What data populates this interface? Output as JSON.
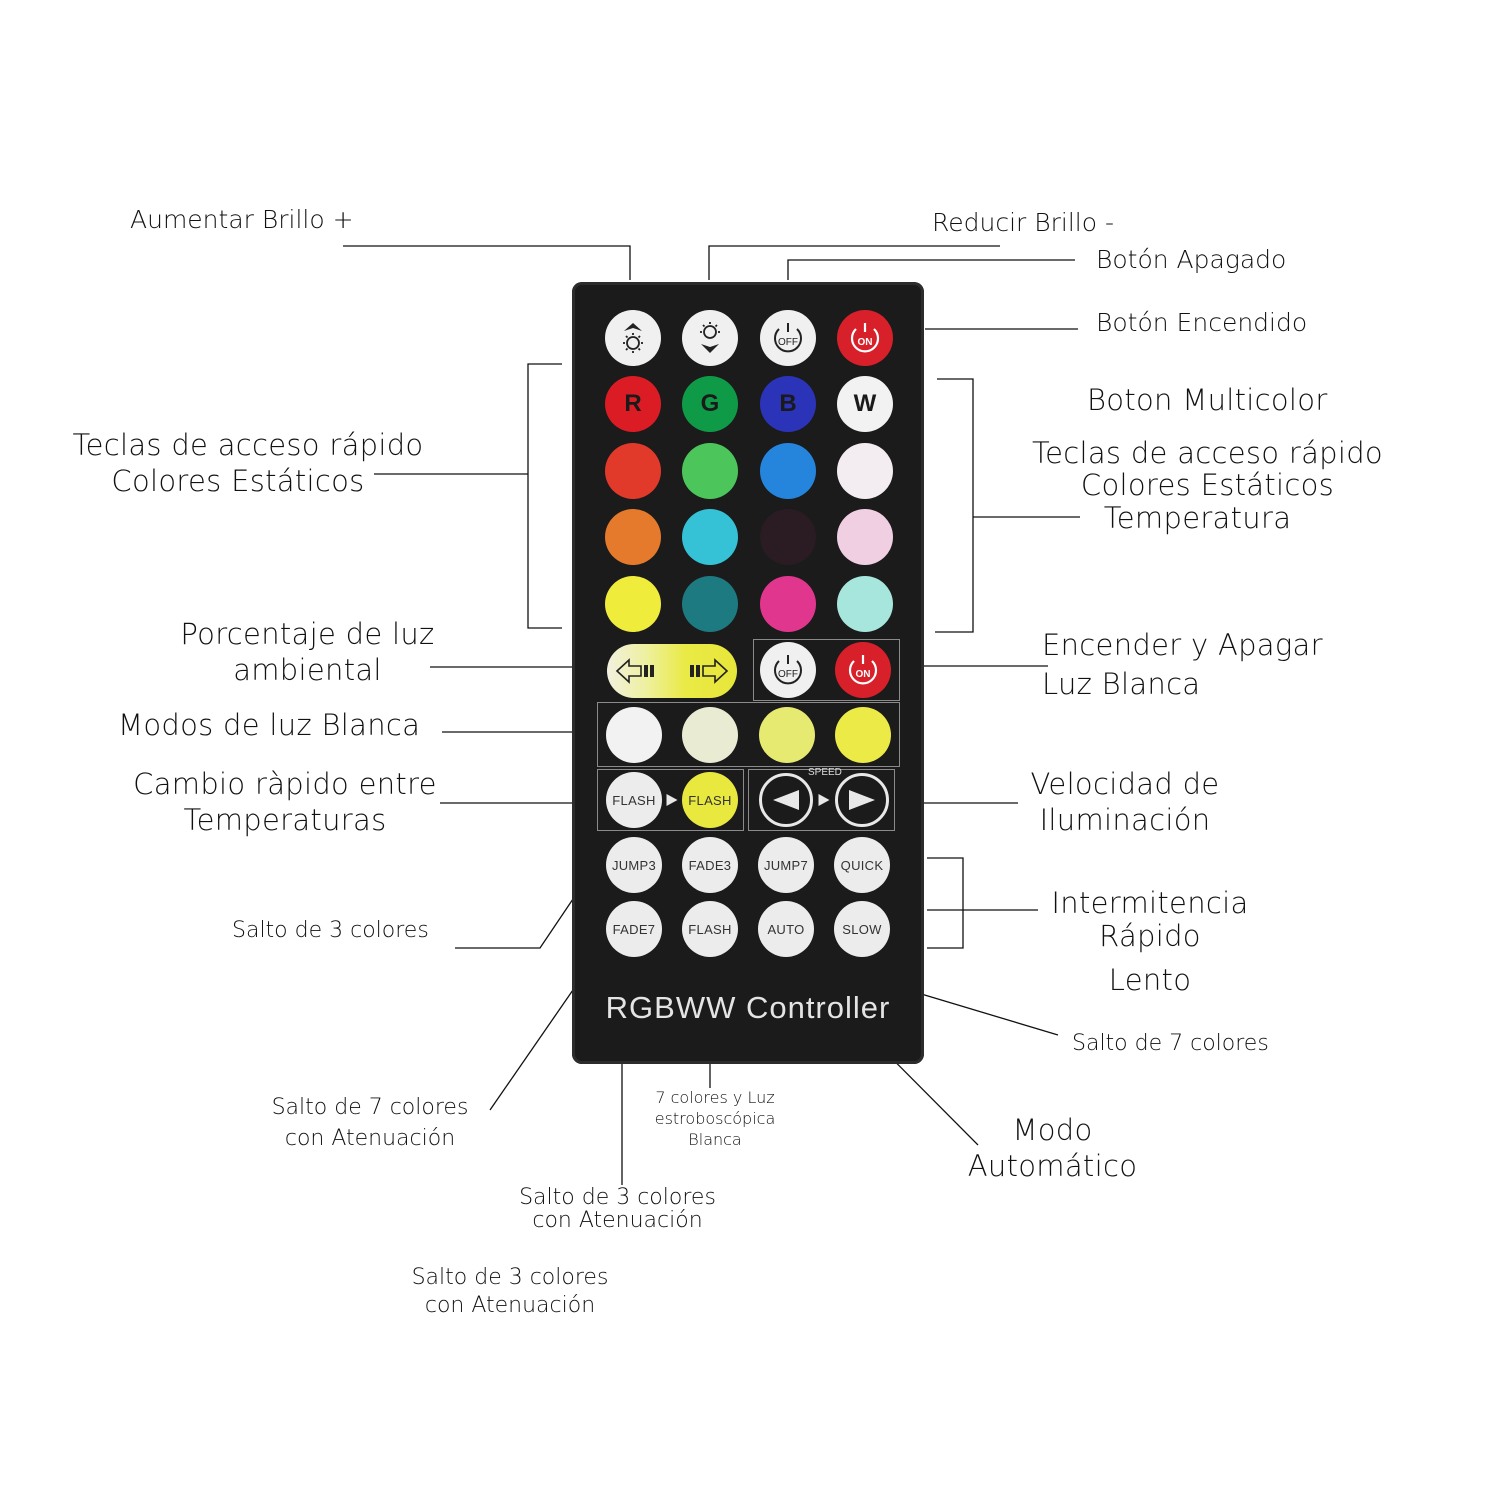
{
  "labels": {
    "increase_brightness": "Aumentar Brillo +",
    "decrease_brightness": "Reducir Brillo -",
    "off_button": "Botón Apagado",
    "on_button": "Botón Encendido",
    "static_colors_left": [
      "Teclas de acceso rápido",
      "Colores Estáticos"
    ],
    "multicolor": "Boton Multicolor",
    "static_colors_right": [
      "Teclas de acceso rápido",
      "Colores Estáticos",
      "Temperatura"
    ],
    "ambient_percent": [
      "Porcentaje de luz",
      "ambiental"
    ],
    "white_on_off": [
      "Encender y Apagar",
      "Luz Blanca"
    ],
    "white_modes": "Modos de luz Blanca",
    "temp_switch": [
      "Cambio ràpido entre",
      "Temperaturas"
    ],
    "speed": [
      "Velocidad de",
      "Iluminación"
    ],
    "blink": [
      "Intermitencia",
      "Rápido",
      "Lento"
    ],
    "jump3": "Salto de 3 colores",
    "jump7": "Salto de 7 colores",
    "fade7": [
      "Salto de 7 colores",
      "con Atenuación"
    ],
    "flash7": [
      "7 colores y Luz",
      "estroboscópica",
      "Blanca"
    ],
    "fade3_mid": [
      "Salto de 3 colores",
      "con Atenuación"
    ],
    "fade3_bottom": [
      "Salto de 3 colores",
      "con Atenuación"
    ],
    "auto": [
      "Modo",
      "Automático"
    ]
  },
  "remote": {
    "brand": "RGBWW Controller",
    "speed_label": "SPEED",
    "power_off": "OFF",
    "power_on": "ON",
    "rgbw": [
      "R",
      "G",
      "B",
      "W"
    ],
    "colors": {
      "red": "#dc1c24",
      "green": "#0f9a48",
      "blue": "#2b34b8",
      "white": "#f2f2f2",
      "row3": [
        "#e23a2a",
        "#4cc65a",
        "#2585dc",
        "#f3ecf0"
      ],
      "row4": [
        "#e57a2c",
        "#35c2d6",
        "#2a1c22",
        "#f0cfe3"
      ],
      "row5": [
        "#f0ec3c",
        "#1d7a80",
        "#e0368e",
        "#a6e6dc"
      ],
      "white_modes": [
        "#f2f2f2",
        "#e9ecd2",
        "#e7ea70",
        "#ebea46"
      ],
      "on_red": "#d8202a",
      "flash_yellow": "#e9e83e"
    },
    "flash_buttons": [
      "FLASH",
      "FLASH"
    ],
    "mode_row1": [
      "JUMP3",
      "FADE3",
      "JUMP7",
      "QUICK"
    ],
    "mode_row2": [
      "FADE7",
      "FLASH",
      "AUTO",
      "SLOW"
    ]
  }
}
